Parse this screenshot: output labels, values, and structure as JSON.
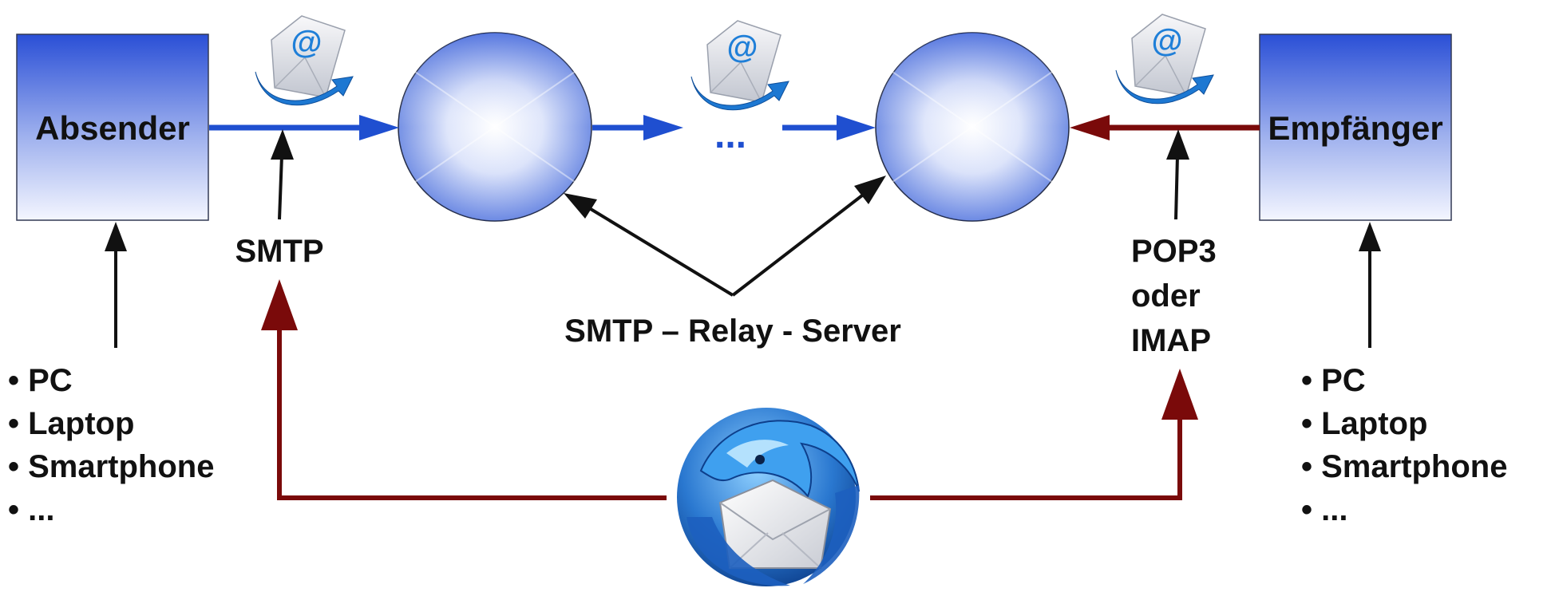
{
  "diagram": {
    "sender": {
      "label": "Absender",
      "devices": [
        "• PC",
        "• Laptop",
        "• Smartphone",
        "•  ..."
      ]
    },
    "receiver": {
      "label": "Empfänger",
      "devices": [
        "• PC",
        "• Laptop",
        "• Smartphone",
        "•  ..."
      ]
    },
    "relay_dots": "...",
    "smtp_label": "SMTP",
    "relay_label": "SMTP – Relay - Server",
    "receive_protocol": [
      "POP3",
      "oder",
      "IMAP"
    ],
    "icons": {
      "email": "email-at-icon",
      "client": "thunderbird-mail-client-icon"
    },
    "colors": {
      "blue_arrow": "#1f4fd0",
      "red_arrow": "#7a0a0a",
      "black_arrow": "#111111",
      "box_top": "#2a4fd6",
      "box_bottom": "#f4f6ff"
    }
  }
}
